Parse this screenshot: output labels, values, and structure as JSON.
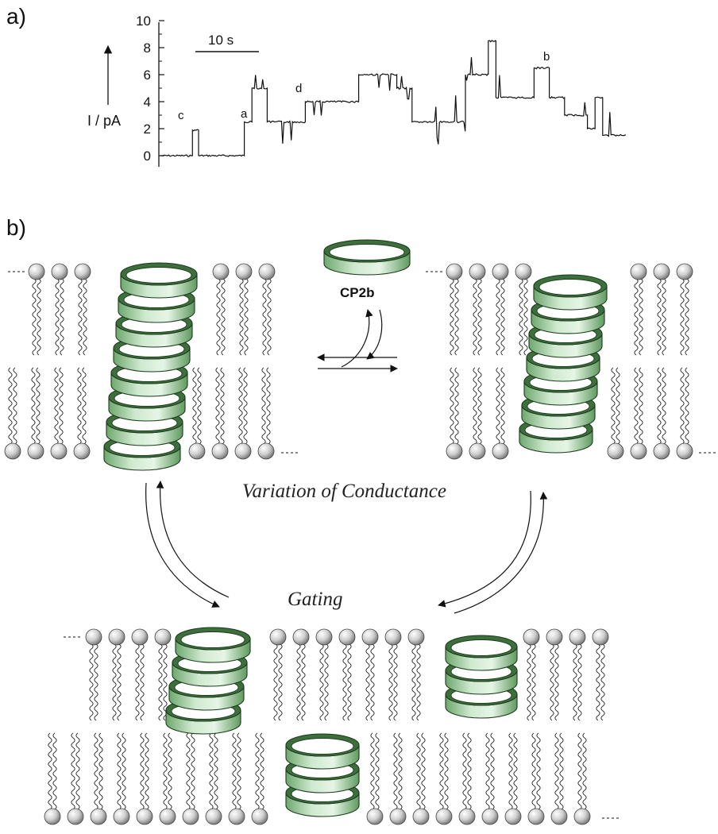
{
  "panel_a": {
    "label": "a)",
    "y_axis_label": "I / pA",
    "y_ticks": [
      "0",
      "2",
      "4",
      "6",
      "8",
      "10"
    ],
    "scale_bar": "10 s",
    "annotations": [
      "c",
      "a",
      "d",
      "b"
    ],
    "chart_data": {
      "type": "line",
      "ylabel": "I / pA",
      "ylim": [
        0,
        10
      ],
      "x_units": "s",
      "x": [
        0,
        4,
        4.2,
        5,
        10,
        11,
        12,
        14,
        17,
        19,
        20,
        26,
        31,
        33,
        37,
        40,
        43,
        44,
        49,
        51,
        53,
        56,
        57,
        58,
        61
      ],
      "y": [
        0,
        0,
        1.9,
        0,
        0,
        2.5,
        5.0,
        2.5,
        2.5,
        4.0,
        4.0,
        6.0,
        5.0,
        2.5,
        2.5,
        6.0,
        8.5,
        4.3,
        6.5,
        4.3,
        3.0,
        2.0,
        4.3,
        1.5,
        1.5
      ]
    }
  },
  "panel_b": {
    "label": "b)",
    "molecule_label": "CP2b",
    "caption_conductance": "Variation of Conductance",
    "caption_gating": "Gating"
  },
  "colors": {
    "ring_light": "#d8efd8",
    "ring_dark": "#4f8a4f",
    "ring_stroke": "#1c3a1c",
    "lipid_head": "#d0d0d0"
  }
}
